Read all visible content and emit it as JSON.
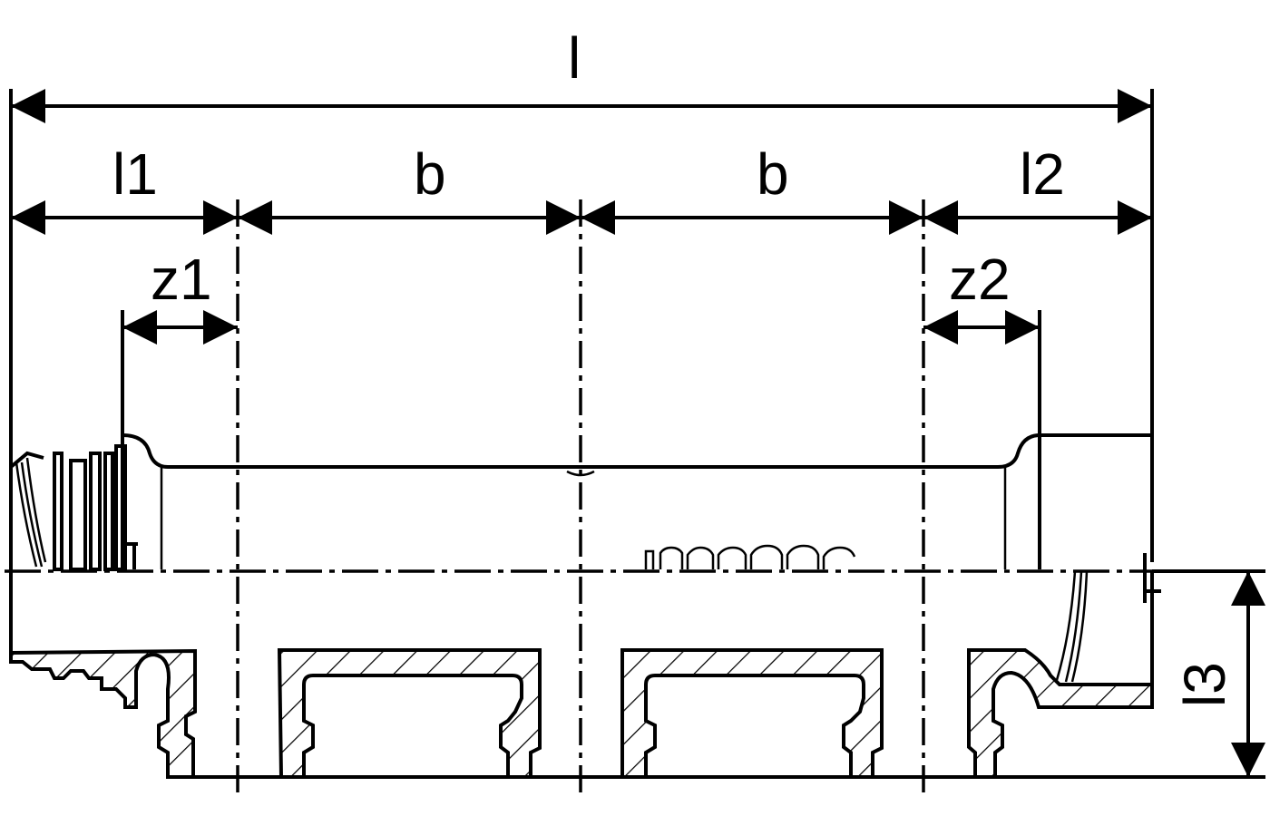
{
  "diagram": {
    "dimensions": {
      "l": "l",
      "l1": "l1",
      "b_left": "b",
      "b_right": "b",
      "l2": "l2",
      "z1": "z1",
      "z2": "z2",
      "l3": "l3"
    }
  }
}
